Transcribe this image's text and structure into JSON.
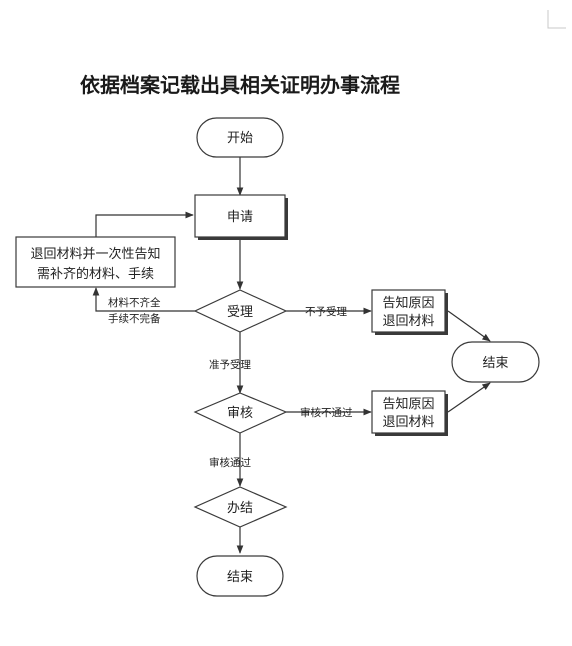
{
  "title": "依据档案记载出具相关证明办事流程",
  "nodes": {
    "start": "开始",
    "apply": "申请",
    "return_materials": [
      "退回材料并一次性告知",
      "需补齐的材料、手续"
    ],
    "accept": "受理",
    "notify_reject_1": [
      "告知原因",
      "退回材料"
    ],
    "end_right": "结束",
    "review": "审核",
    "notify_reject_2": [
      "告知原因",
      "退回材料"
    ],
    "complete": "办结",
    "end_bottom": "结束"
  },
  "edges": {
    "incomplete": [
      "材料不齐全",
      "手续不完备"
    ],
    "not_accepted": "不予受理",
    "accepted": "准予受理",
    "review_failed": "审核不通过",
    "review_passed": "审核通过"
  }
}
